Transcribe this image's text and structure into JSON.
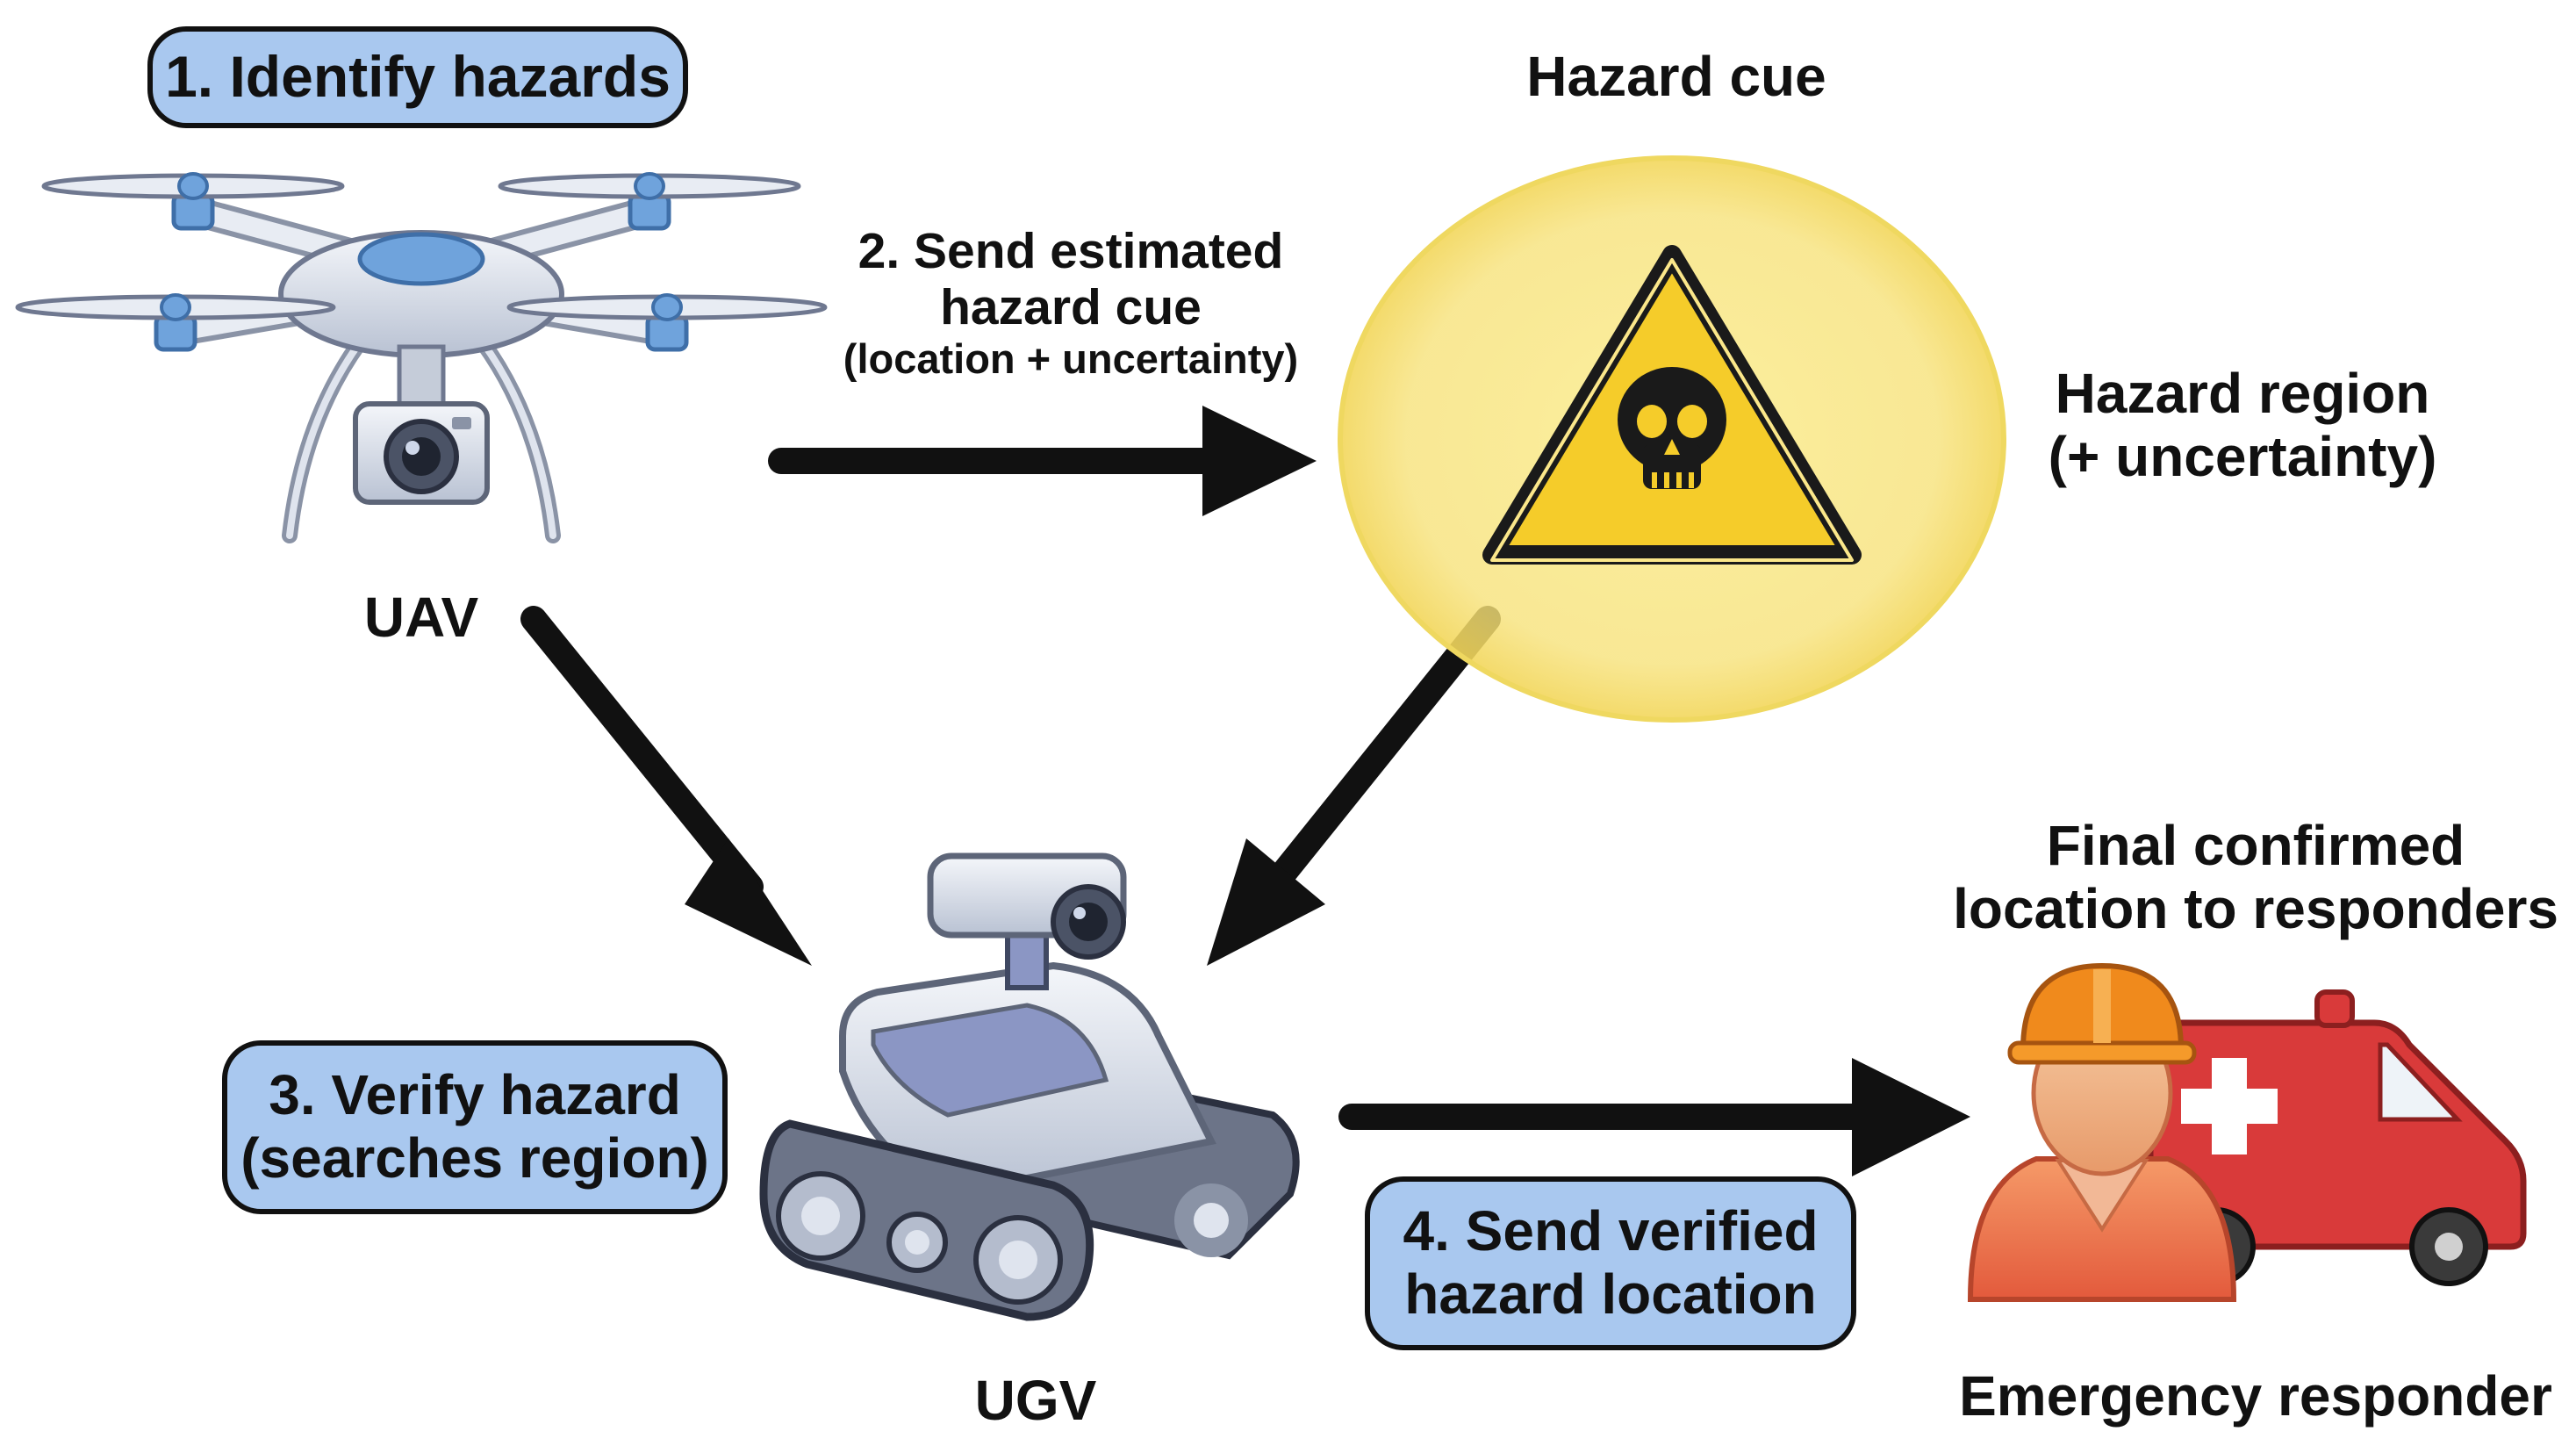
{
  "steps": {
    "step1": "1. Identify hazards",
    "step2": {
      "line1": "2. Send estimated",
      "line2": "hazard cue",
      "line3": "(location + uncertainty)"
    },
    "step3": {
      "line1": "3. Verify hazard",
      "line2": "(searches region)"
    },
    "step4": {
      "line1": "4. Send verified",
      "line2": "hazard location"
    }
  },
  "labels": {
    "hazard_cue": "Hazard cue",
    "hazard_region": {
      "line1": "Hazard region",
      "line2": "(+ uncertainty)"
    },
    "uav": "UAV",
    "ugv": "UGV",
    "final": {
      "line1": "Final confirmed",
      "line2": "location to responders"
    },
    "responder": "Emergency responder"
  },
  "icons": {
    "uav": "drone-icon",
    "hazard": "skull-warning-icon",
    "ugv": "tracked-robot-icon",
    "responder": "responder-icon",
    "ambulance": "ambulance-icon"
  },
  "colors": {
    "step_fill": "#a9c8ef",
    "hazard_glow": "#f7e27a",
    "warning_yellow": "#f5cc2a",
    "ambulance_red": "#d93a3a",
    "helmet_orange": "#f08a1c",
    "arrow": "#111111"
  }
}
